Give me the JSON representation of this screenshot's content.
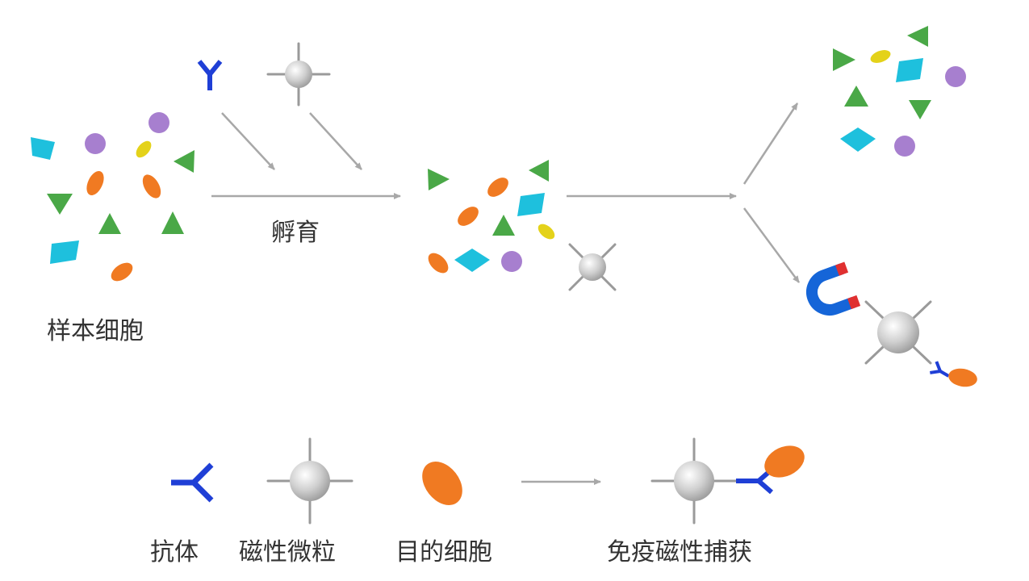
{
  "labels": {
    "sample_cells": "样本细胞",
    "incubation": "孵育",
    "antibody": "抗体",
    "magnetic_bead": "磁性微粒",
    "target_cell": "目的细胞",
    "immunomagnetic_capture": "免疫磁性捕获"
  },
  "colors": {
    "cyan": "#1ec0dd",
    "purple": "#a77fcf",
    "yellow": "#e4d21a",
    "green": "#4aa847",
    "orange": "#f07a22",
    "blue": "#1f3fd6",
    "arrow": "#a8a8a8",
    "magnet_red": "#e03030"
  },
  "icons": [
    "antibody-icon",
    "magnetic-bead-icon",
    "target-cell-icon",
    "magnet-icon",
    "arrow-icon"
  ]
}
